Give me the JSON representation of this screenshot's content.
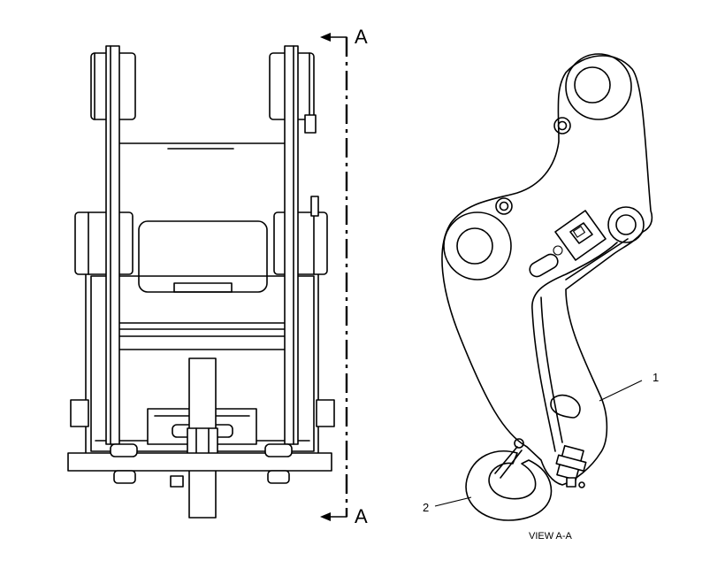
{
  "section_marks": {
    "top": "A",
    "bottom": "A"
  },
  "callouts": [
    {
      "id": "1",
      "text": "1"
    },
    {
      "id": "2",
      "text": "2"
    }
  ],
  "caption": "VIEW A-A"
}
